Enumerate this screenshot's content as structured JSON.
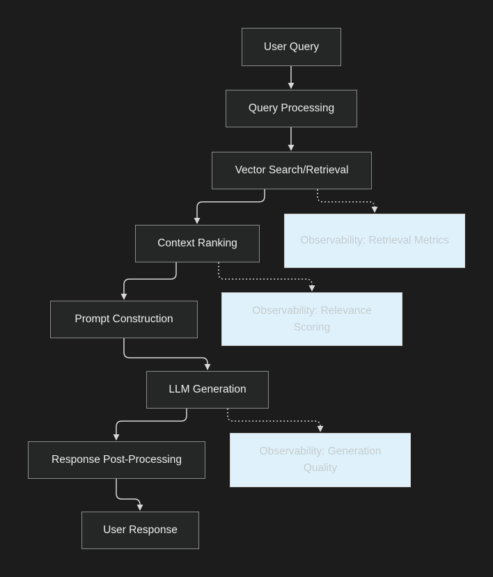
{
  "diagram": {
    "nodes": {
      "user_query": "User Query",
      "query_processing": "Query Processing",
      "vector_search": "Vector Search/Retrieval",
      "context_ranking": "Context Ranking",
      "prompt_construction": "Prompt Construction",
      "llm_generation": "LLM Generation",
      "response_post_processing": "Response Post-Processing",
      "user_response": "User Response",
      "obs_retrieval": "Observability: Retrieval Metrics",
      "obs_relevance": "Observability: Relevance Scoring",
      "obs_generation": "Observability: Generation Quality"
    },
    "edges": [
      {
        "from": "user_query",
        "to": "query_processing",
        "style": "solid"
      },
      {
        "from": "query_processing",
        "to": "vector_search",
        "style": "solid"
      },
      {
        "from": "vector_search",
        "to": "context_ranking",
        "style": "solid"
      },
      {
        "from": "vector_search",
        "to": "obs_retrieval",
        "style": "dotted"
      },
      {
        "from": "context_ranking",
        "to": "prompt_construction",
        "style": "solid"
      },
      {
        "from": "context_ranking",
        "to": "obs_relevance",
        "style": "dotted"
      },
      {
        "from": "prompt_construction",
        "to": "llm_generation",
        "style": "solid"
      },
      {
        "from": "llm_generation",
        "to": "response_post_processing",
        "style": "solid"
      },
      {
        "from": "llm_generation",
        "to": "obs_generation",
        "style": "dotted"
      },
      {
        "from": "response_post_processing",
        "to": "user_response",
        "style": "solid"
      }
    ],
    "colors": {
      "background": "#1c1c1c",
      "node_fill": "#252626",
      "node_border": "#8a8a8a",
      "node_text": "#eeeeee",
      "observability_fill": "#dff2fb",
      "observability_text": "#c4cccf",
      "edge": "#d8d8d8"
    }
  }
}
